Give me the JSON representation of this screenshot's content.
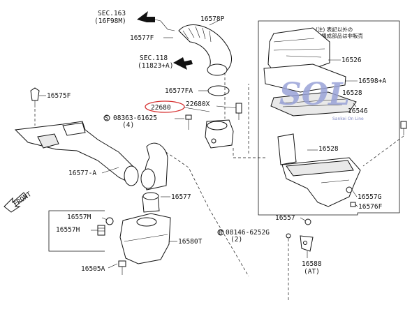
{
  "labels": {
    "sec163": "SEC.163",
    "sec163_ref": "(16F98M)",
    "p16578p": "16578P",
    "p16577f": "16577F",
    "sec118": "SEC.118",
    "sec118_ref": "(11823+A)",
    "p16577fa": "16577FA",
    "p22680": "22680",
    "p22680x": "22680X",
    "bolt_08363": "08363-61625",
    "bolt_08363_qty": "(4)",
    "p16575f": "16575F",
    "p16577a": "16577-A",
    "p16577": "16577",
    "front": "FRONT",
    "p16557m": "16557M",
    "p16557h": "16557H",
    "p16580t": "16580T",
    "p16505a": "16505A",
    "note_line1": "(注) 表記以外の",
    "note_line2": "構成部品は非販売",
    "p16526": "16526",
    "p16598a": "16598+A",
    "p16528_upper": "16528",
    "p16546": "16546",
    "p16528_lower": "16528",
    "p16557g": "16557G",
    "p16576f": "16576F",
    "p16557": "16557",
    "bolt_08146": "08146-6252G",
    "bolt_08146_qty": "(2)",
    "p16588": "16588",
    "p16588_note": "(AT)"
  },
  "watermark": {
    "logo": "SOL",
    "tagline": "Sankei On Line"
  },
  "colors": {
    "highlight": "#d63030",
    "watermark": "#9aa3d8",
    "ink": "#111111"
  }
}
